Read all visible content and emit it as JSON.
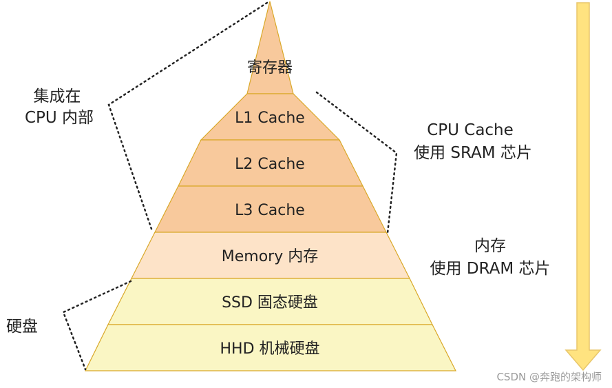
{
  "colors": {
    "cache_fill": "#f8c99c",
    "memory_fill": "#fde3c8",
    "disk_fill": "#faf6c4",
    "pyramid_stroke": "#d9a828",
    "arrow_fill": "#ffe380",
    "arrow_stroke": "#e8c66a",
    "dotted_line": "#222222"
  },
  "levels": [
    {
      "label": "寄存器"
    },
    {
      "label": "L1 Cache"
    },
    {
      "label": "L2 Cache"
    },
    {
      "label": "L3 Cache"
    },
    {
      "label": "Memory 内存"
    },
    {
      "label": "SSD 固态硬盘"
    },
    {
      "label": "HHD 机械硬盘"
    }
  ],
  "annotations": {
    "cpu_internal": {
      "line1": "集成在",
      "line2": "CPU 内部"
    },
    "cpu_cache": {
      "line1": "CPU Cache",
      "line2": "使用 SRAM 芯片"
    },
    "memory": {
      "line1": "内存",
      "line2": "使用 DRAM 芯片"
    },
    "disk": {
      "line1": "硬盘"
    }
  },
  "watermark": "CSDN @奔跑的架构师",
  "icons": {
    "down_arrow": "down-arrow-icon"
  }
}
